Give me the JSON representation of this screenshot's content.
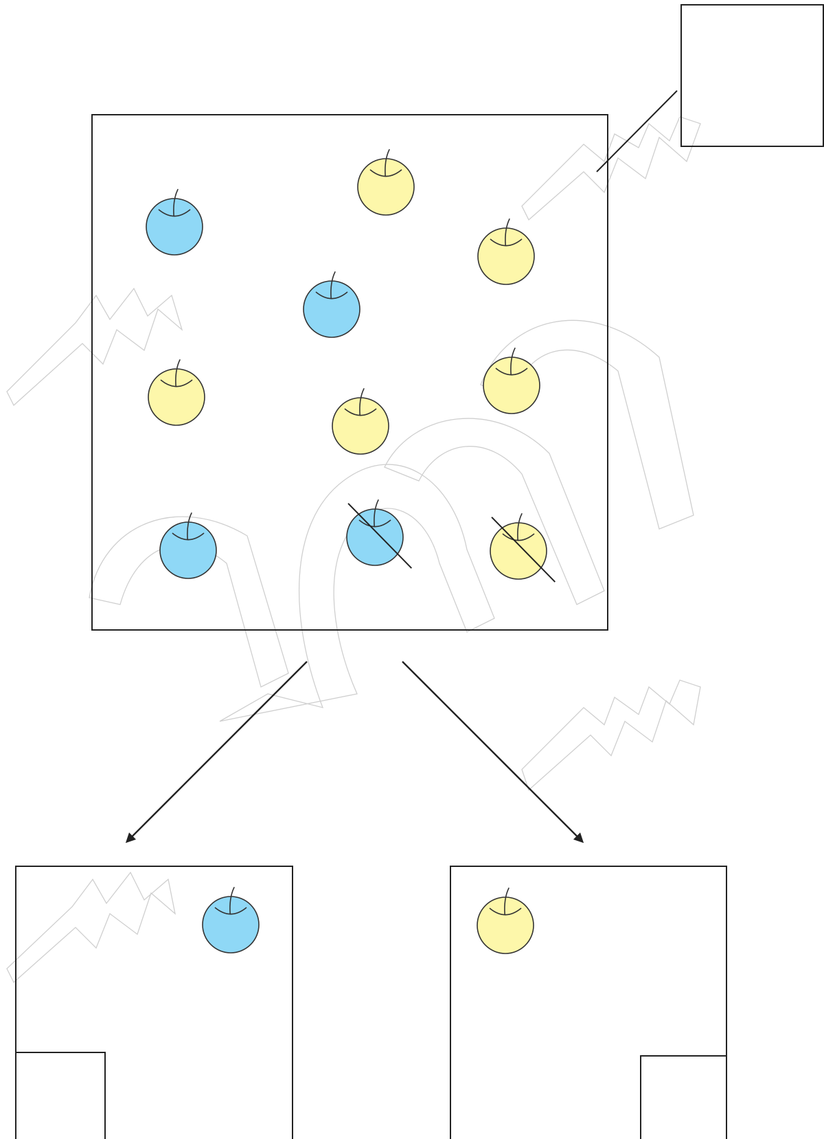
{
  "diagram": {
    "colors": {
      "blue_apple": "#8fd8f6",
      "yellow_apple": "#fdf7aa",
      "outline": "#222222",
      "watermark": "#cfcfcf"
    },
    "main_box": {
      "apples": [
        {
          "color": "blue",
          "crossed": false
        },
        {
          "color": "yellow",
          "crossed": false
        },
        {
          "color": "yellow",
          "crossed": false
        },
        {
          "color": "blue",
          "crossed": false
        },
        {
          "color": "yellow",
          "crossed": false
        },
        {
          "color": "yellow",
          "crossed": false
        },
        {
          "color": "yellow",
          "crossed": false
        },
        {
          "color": "blue",
          "crossed": false
        },
        {
          "color": "blue",
          "crossed": true
        },
        {
          "color": "yellow",
          "crossed": true
        }
      ],
      "count_blue": 4,
      "count_yellow": 6,
      "count_crossed": 2
    },
    "answer_box": {
      "icon": "empty-answer-box"
    },
    "left_box": {
      "apples": [
        {
          "color": "blue"
        }
      ],
      "answer_slot": "empty"
    },
    "right_box": {
      "apples": [
        {
          "color": "yellow"
        }
      ],
      "answer_slot": "empty"
    },
    "watermark_text": "ymy"
  }
}
